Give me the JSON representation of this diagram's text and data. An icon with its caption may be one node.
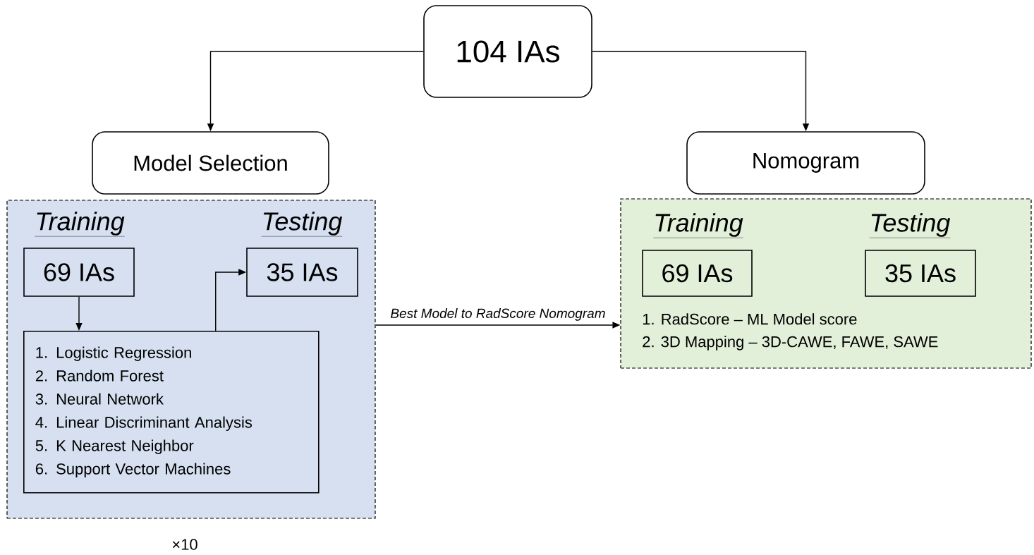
{
  "diagram": {
    "nodes": [
      {
        "text": [
          "104 IAs"
        ]
      },
      {
        "text": [
          "Model Selection"
        ]
      },
      {
        "text": [
          "Nomogram"
        ]
      },
      {
        "text": [
          "Training",
          "Testing"
        ]
      },
      {
        "text": [
          "69 IAs"
        ],
        "in": 3
      },
      {
        "text": [
          "35 IAs"
        ],
        "in": 3
      },
      {
        "text": [
          "1. Logistic Regression",
          "2. Random Forest",
          "3. Neural Network",
          "4. Linear Discriminant Analysis",
          "5. K Nearest Neighbor",
          "6. Support Vector Machines"
        ],
        "in": 3
      },
      {
        "text": [
          "Training",
          "Testing",
          "1. RadScore – ML Model score",
          "2. 3D Mapping – 3D-CAWE, FAWE, SAWE"
        ]
      },
      {
        "text": [
          "69 IAs"
        ],
        "in": 7
      },
      {
        "text": [
          "35 IAs"
        ],
        "in": 7
      }
    ],
    "edges": [
      {
        "from": 0,
        "to": 1,
        "arrow": "to"
      },
      {
        "from": 0,
        "to": 2,
        "arrow": "to"
      },
      {
        "from": 4,
        "to": 6,
        "arrow": "to"
      },
      {
        "from": 6,
        "to": 5,
        "arrow": "to"
      },
      {
        "from": 3,
        "to": 7,
        "arrow": "to",
        "label": "Best Model to RadScore Nomogram"
      }
    ],
    "labels": [
      "×10"
    ]
  }
}
